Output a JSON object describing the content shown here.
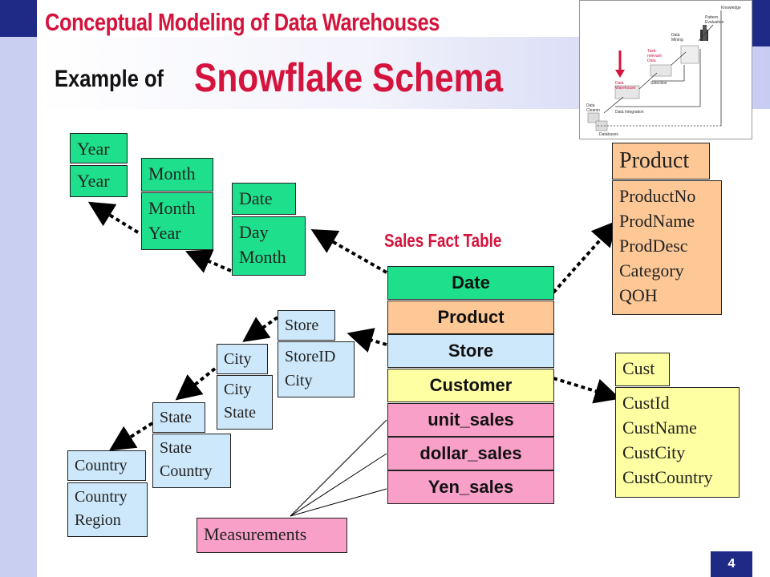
{
  "header": {
    "title": "Conceptual Modeling of Data Warehouses",
    "subtitle_prefix": "Example of",
    "subtitle_main": "Snowflake Schema"
  },
  "fact_table": {
    "label": "Sales Fact Table",
    "rows": [
      "Date",
      "Product",
      "Store",
      "Customer",
      "unit_sales",
      "dollar_sales",
      "Yen_sales"
    ]
  },
  "tables": {
    "year": {
      "name": "Year",
      "attrs": "Year"
    },
    "month": {
      "name": "Month",
      "attrs": "Month\nYear"
    },
    "date": {
      "name": "Date",
      "attrs": "Day\nMonth"
    },
    "product": {
      "name": "Product",
      "attrs": "ProductNo\nProdName\nProdDesc\nCategory\nQOH"
    },
    "store": {
      "name": "Store",
      "attrs": "StoreID\nCity"
    },
    "city": {
      "name": "City",
      "attrs": "City\nState"
    },
    "state": {
      "name": "State",
      "attrs": "State\nCountry"
    },
    "country": {
      "name": "Country",
      "attrs": "Country\nRegion"
    },
    "cust": {
      "name": "Cust",
      "attrs": "CustId\nCustName\nCustCity\nCustCountry"
    }
  },
  "measurements_label": "Measurements",
  "inset": {
    "labels": {
      "knowledge": "Knowledge",
      "pattern_eval": "Pattern\nEvaluation",
      "data_mining": "Data\nMining",
      "task_relevant": "Task-\nrelevant\nData",
      "selection": "Selection",
      "data_warehouse": "Data\nWarehouse",
      "data_cleaning": "Data\nCleanin",
      "data_integration": "Data Integration",
      "databases": "Databases"
    }
  },
  "page_number": "4",
  "colors": {
    "accent_red": "#d4143c",
    "navy": "#1f2a86",
    "green": "#1ee08c",
    "light_blue": "#cde8fb",
    "orange": "#fdc896",
    "yellow": "#fefea2",
    "pink": "#f9a0c8"
  }
}
